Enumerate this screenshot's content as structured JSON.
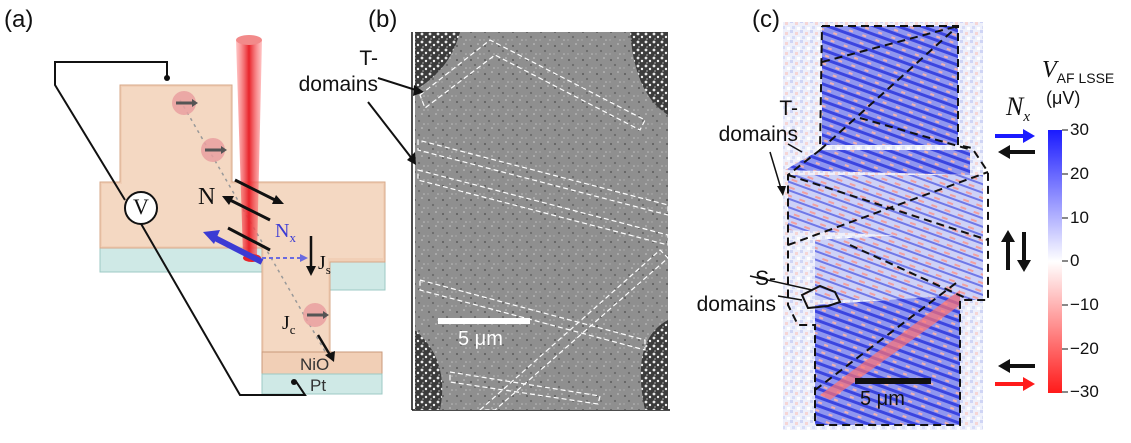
{
  "panel_a": {
    "label": "(a)",
    "voltmeter": "V",
    "n_label": "N",
    "nx_main": "N",
    "nx_sub": "x",
    "js_main": "J",
    "js_sub": "s",
    "jc_main": "J",
    "jc_sub": "c",
    "nio": "NiO",
    "pt": "Pt",
    "colors": {
      "nio": "#f1cfb6",
      "pt": "#cfe9e6",
      "laser": "#e8232a",
      "nx_arrow": "#3b3bd4"
    }
  },
  "panel_b": {
    "label": "(b)",
    "t_domains_line1": "T-",
    "t_domains_line2": "domains",
    "scalebar": "5 μm"
  },
  "panel_c": {
    "label": "(c)",
    "t_domains_line1": "T-",
    "t_domains_line2": "domains",
    "s_domains_line1": "S-",
    "s_domains_line2": "domains",
    "scalebar": "5 μm",
    "nx_main": "N",
    "nx_sub": "x",
    "colorbar_title_main": "V",
    "colorbar_title_sub": "AF LSSE",
    "colorbar_unit": "(μV)",
    "colorbar_ticks": [
      "30",
      "20",
      "10",
      "0",
      "−10",
      "−20",
      "−30"
    ],
    "colors": {
      "positive": "#1a1aff",
      "negative": "#ff1a1a"
    }
  }
}
